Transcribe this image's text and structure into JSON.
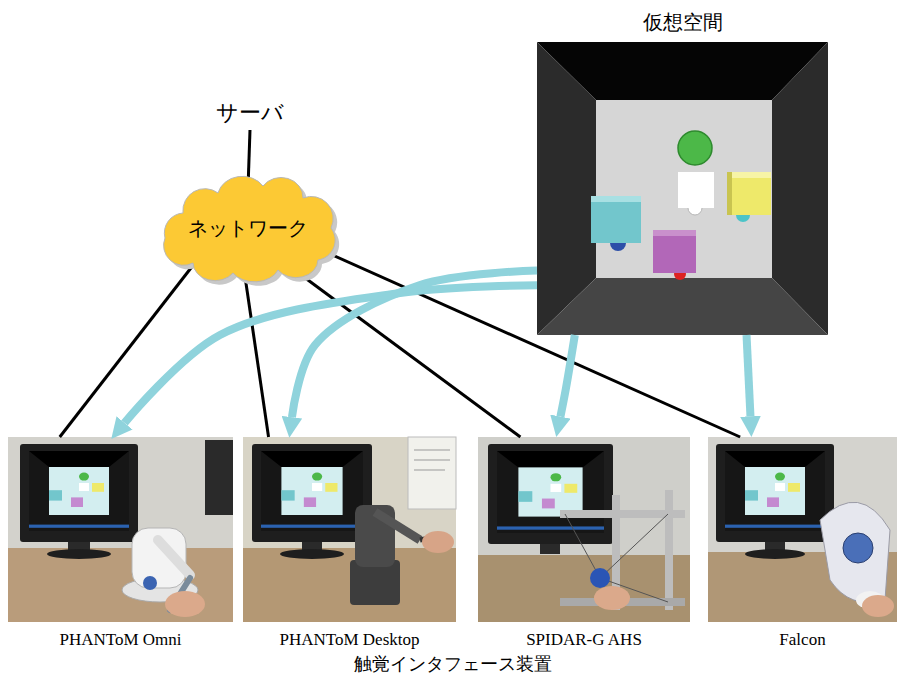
{
  "diagram": {
    "nodes": [
      {
        "text": [
          "サーバ"
        ]
      },
      {
        "text": [
          "ネットワーク"
        ]
      },
      {
        "text": [
          "仮想空間"
        ]
      },
      {
        "text": [
          "PHANToM Omni"
        ]
      },
      {
        "text": [
          "PHANToM Desktop"
        ]
      },
      {
        "text": [
          "SPIDAR-G AHS"
        ]
      },
      {
        "text": [
          "Falcon"
        ]
      }
    ],
    "edges": [
      {
        "from": 0,
        "to": 1,
        "arrow": "none"
      },
      {
        "from": 1,
        "to": 3,
        "arrow": "none"
      },
      {
        "from": 1,
        "to": 4,
        "arrow": "none"
      },
      {
        "from": 1,
        "to": 5,
        "arrow": "none"
      },
      {
        "from": 1,
        "to": 6,
        "arrow": "none"
      },
      {
        "from": 2,
        "to": 3,
        "arrow": "to"
      },
      {
        "from": 2,
        "to": 4,
        "arrow": "to"
      },
      {
        "from": 2,
        "to": 5,
        "arrow": "to"
      },
      {
        "from": 2,
        "to": 6,
        "arrow": "to"
      }
    ],
    "labels": [
      "触覚インタフェース装置"
    ]
  }
}
